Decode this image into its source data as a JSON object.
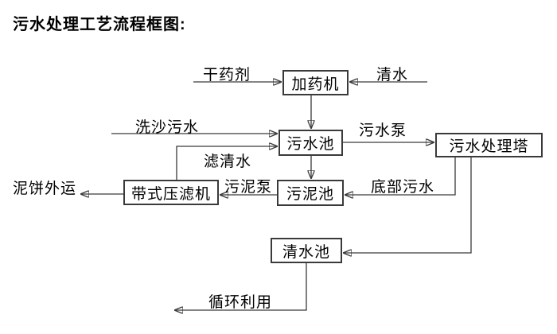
{
  "title": "污水处理工艺流程框图:",
  "nodes": {
    "dosing_machine": "加药机",
    "sewage_pool": "污水池",
    "treatment_tower": "污水处理塔",
    "belt_filter_press": "带式压滤机",
    "sludge_pool": "污泥池",
    "clean_water_pool": "清水池"
  },
  "flow_labels": {
    "dry_agent": "干药剂",
    "clean_water": "清水",
    "sand_washing_sewage": "洗沙污水",
    "filtered_clear_water": "滤清水",
    "sewage_pump": "污水泵",
    "sludge_pump": "污泥泵",
    "bottom_sewage": "底部污水",
    "mud_cake_outbound": "泥饼外运",
    "recycling_use": "循环利用"
  },
  "edges": [
    {
      "from": "干药剂",
      "to": "加药机",
      "label": ""
    },
    {
      "from": "清水",
      "to": "加药机",
      "label": ""
    },
    {
      "from": "加药机",
      "to": "污水池",
      "label": ""
    },
    {
      "from": "洗沙污水",
      "to": "污水池",
      "label": ""
    },
    {
      "from": "带式压滤机",
      "to": "污水池",
      "label": "滤清水"
    },
    {
      "from": "污水池",
      "to": "污水处理塔",
      "label": "污水泵"
    },
    {
      "from": "污水池",
      "to": "污泥池",
      "label": ""
    },
    {
      "from": "污水处理塔",
      "to": "污泥池",
      "label": "底部污水"
    },
    {
      "from": "污泥池",
      "to": "带式压滤机",
      "label": "污泥泵"
    },
    {
      "from": "带式压滤机",
      "to": "泥饼外运",
      "label": ""
    },
    {
      "from": "污水处理塔",
      "to": "清水池",
      "label": ""
    },
    {
      "from": "清水池",
      "to": "循环利用",
      "label": ""
    }
  ],
  "colors": {
    "line": "#3a3a3a",
    "box_border": "#3a3a3a",
    "text": "#000000",
    "background": "#ffffff"
  }
}
